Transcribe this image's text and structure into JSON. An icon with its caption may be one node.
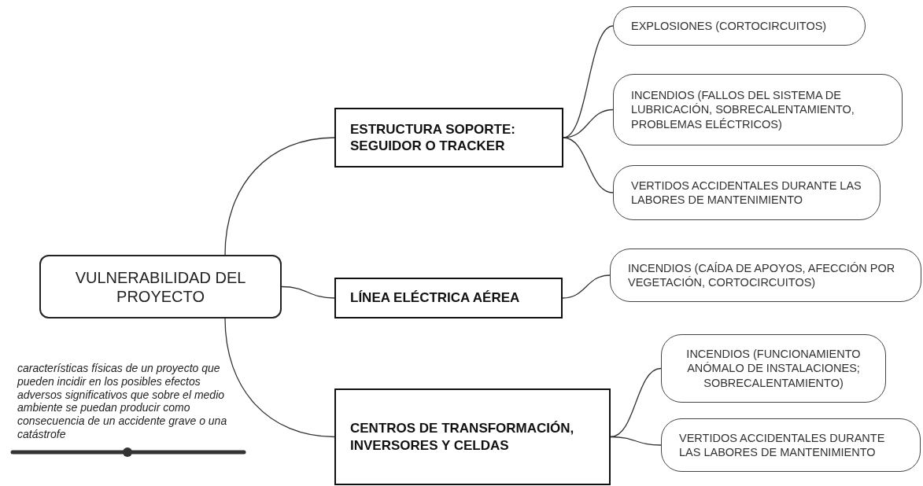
{
  "diagram": {
    "nodes": [
      {
        "text": [
          "VULNERABILIDAD DEL PROYECTO"
        ]
      },
      {
        "text": [
          "ESTRUCTURA SOPORTE: SEGUIDOR O TRACKER"
        ]
      },
      {
        "text": [
          "LÍNEA ELÉCTRICA AÉREA"
        ]
      },
      {
        "text": [
          "CENTROS DE TRANSFORMACIÓN, INVERSORES Y CELDAS"
        ]
      },
      {
        "text": [
          "EXPLOSIONES (CORTOCIRCUITOS)"
        ]
      },
      {
        "text": [
          "INCENDIOS (FALLOS DEL SISTEMA DE LUBRICACIÓN, SOBRECALENTAMIENTO, PROBLEMAS ELÉCTRICOS)"
        ]
      },
      {
        "text": [
          "VERTIDOS ACCIDENTALES DURANTE LAS LABORES DE MANTENIMIENTO"
        ]
      },
      {
        "text": [
          "INCENDIOS (CAÍDA DE APOYOS, AFECCIÓN POR VEGETACIÓN, CORTOCIRCUITOS)"
        ]
      },
      {
        "text": [
          "INCENDIOS (FUNCIONAMIENTO ANÓMALO DE INSTALACIONES; SOBRECALENTAMIENTO)"
        ]
      },
      {
        "text": [
          "VERTIDOS ACCIDENTALES DURANTE LAS LABORES DE MANTENIMIENTO"
        ]
      }
    ],
    "edges": [
      {
        "from": 0,
        "to": 1,
        "arrow": "none"
      },
      {
        "from": 0,
        "to": 2,
        "arrow": "none"
      },
      {
        "from": 0,
        "to": 3,
        "arrow": "none"
      },
      {
        "from": 1,
        "to": 4,
        "arrow": "none"
      },
      {
        "from": 1,
        "to": 5,
        "arrow": "none"
      },
      {
        "from": 1,
        "to": 6,
        "arrow": "none"
      },
      {
        "from": 2,
        "to": 7,
        "arrow": "none"
      },
      {
        "from": 3,
        "to": 8,
        "arrow": "none"
      },
      {
        "from": 3,
        "to": 9,
        "arrow": "none"
      }
    ],
    "labels": [
      "características físicas de un proyecto que pueden incidir en los posibles efectos adversos significativos que sobre el medio ambiente se puedan producir como consecuencia de un accidente grave o una catástrofe"
    ]
  }
}
